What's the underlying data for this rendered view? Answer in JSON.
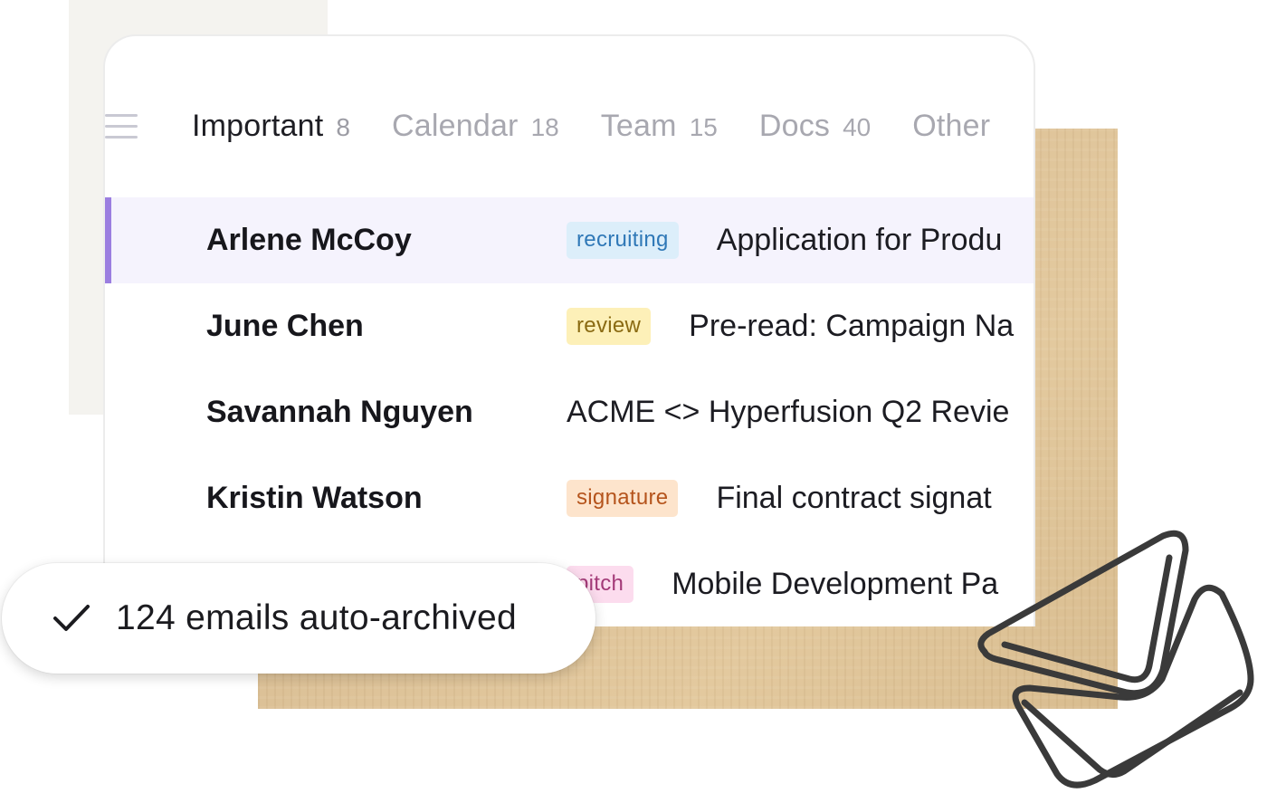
{
  "tabs": [
    {
      "label": "Important",
      "count": "8",
      "active": true
    },
    {
      "label": "Calendar",
      "count": "18",
      "active": false
    },
    {
      "label": "Team",
      "count": "15",
      "active": false
    },
    {
      "label": "Docs",
      "count": "40",
      "active": false
    },
    {
      "label": "Other",
      "count": "",
      "active": false
    }
  ],
  "emails": [
    {
      "sender": "Arlene McCoy",
      "tag": "recruiting",
      "tag_bg": "#dceefa",
      "tag_color": "#2f78b7",
      "subject": "Application for Produ",
      "selected": true
    },
    {
      "sender": "June Chen",
      "tag": "review",
      "tag_bg": "#fdf0b8",
      "tag_color": "#8a6a12",
      "subject": "Pre-read: Campaign Na",
      "selected": false
    },
    {
      "sender": "Savannah Nguyen",
      "tag": "",
      "tag_bg": "",
      "tag_color": "",
      "subject": "ACME <> Hyperfusion Q2 Revie",
      "selected": false
    },
    {
      "sender": "Kristin Watson",
      "tag": "signature",
      "tag_bg": "#fde4cc",
      "tag_color": "#b5541c",
      "subject": "Final contract signat",
      "selected": false
    },
    {
      "sender": "",
      "tag": "pitch",
      "tag_bg": "#fcdcee",
      "tag_color": "#a33a78",
      "subject": "Mobile Development Pa",
      "selected": false
    }
  ],
  "toast": {
    "text": "124 emails auto-archived"
  },
  "colors": {
    "accent": "#9b7ee0",
    "selected_row": "#f5f3fd"
  },
  "icons": {
    "menu": "hamburger-menu-icon",
    "check": "checkmark-icon",
    "doodle": "envelope-doodle-icon"
  }
}
